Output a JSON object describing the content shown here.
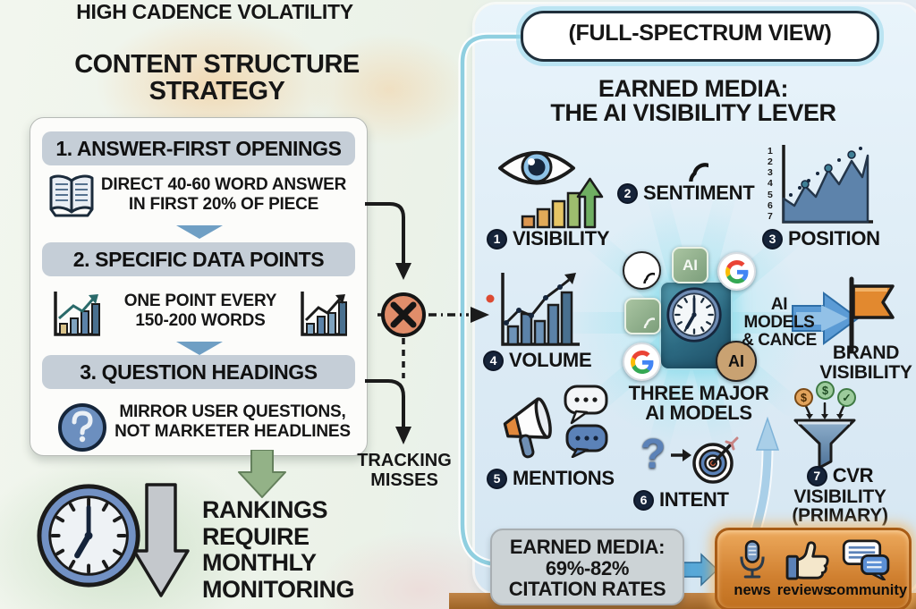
{
  "colors": {
    "x_marker_fill": "#e08d6a",
    "accent_arrow_blue": "#5b9bd5",
    "earned_channels_box": "#d08030",
    "flag_orange": "#e2892f",
    "panel_pill_gray": "#c5ced7",
    "frame_teal": "#8fcfe0"
  },
  "left": {
    "top_label": "HIGH CADENCE VOLATILITY",
    "title_line1": "CONTENT STRUCTURE",
    "title_line2": "STRATEGY",
    "panel_items": [
      {
        "heading": "1. ANSWER-FIRST OPENINGS",
        "detail_line1": "DIRECT 40-60 WORD ANSWER",
        "detail_line2": "IN FIRST 20% OF PIECE",
        "icon": "open-book-icon"
      },
      {
        "heading": "2. SPECIFIC DATA POINTS",
        "detail_line1": "ONE POINT EVERY",
        "detail_line2": "150-200 WORDS",
        "icon": "growth-bar-chart-icon"
      },
      {
        "heading": "3. QUESTION HEADINGS",
        "detail_line1": "MIRROR USER QUESTIONS,",
        "detail_line2": "NOT MARKETER HEADLINES",
        "icon": "question-circle-icon"
      }
    ],
    "monitoring_line1": "RANKINGS",
    "monitoring_line2": "REQUIRE",
    "monitoring_line3": "MONTHLY",
    "monitoring_line4": "MONITORING"
  },
  "middle": {
    "tracking_line1": "TRACKING",
    "tracking_line2": "MISSES"
  },
  "right": {
    "full_spectrum_label": "(FULL-SPECTRUM VIEW)",
    "title_line1": "EARNED MEDIA:",
    "title_line2": "THE AI VISIBILITY LEVER",
    "metrics": [
      {
        "num": "1",
        "label": "VISIBILITY"
      },
      {
        "num": "2",
        "label": "SENTIMENT"
      },
      {
        "num": "3",
        "label": "POSITION"
      },
      {
        "num": "4",
        "label": "VOLUME"
      },
      {
        "num": "5",
        "label": "MENTIONS"
      },
      {
        "num": "6",
        "label": "INTENT"
      },
      {
        "num": "7",
        "label_line1": "CVR",
        "label_line2": "VISIBILITY",
        "label_line3": "(PRIMARY)"
      }
    ],
    "position_ticks": [
      "1",
      "2",
      "3",
      "4",
      "5",
      "6",
      "7"
    ],
    "center_label_line1": "THREE MAJOR",
    "center_label_line2": "AI MODELS",
    "ai_chip_badge": "AI",
    "anthropic_badge": "AI",
    "intent_glyph": "?",
    "coin_glyphs": [
      "$",
      "$",
      "✓"
    ],
    "models_arrow_line1": "AI MODELS",
    "models_arrow_line2": "& CANCE",
    "brand_line1": "BRAND",
    "brand_line2": "VISIBILITY",
    "citation_line1": "EARNED MEDIA:",
    "citation_line2": "69%-82%",
    "citation_line3": "CITATION RATES",
    "channels": [
      {
        "label": "news",
        "icon": "microphone-icon"
      },
      {
        "label": "reviews",
        "icon": "thumbs-up-icon"
      },
      {
        "label": "community",
        "icon": "chat-bubbles-icon"
      }
    ]
  }
}
